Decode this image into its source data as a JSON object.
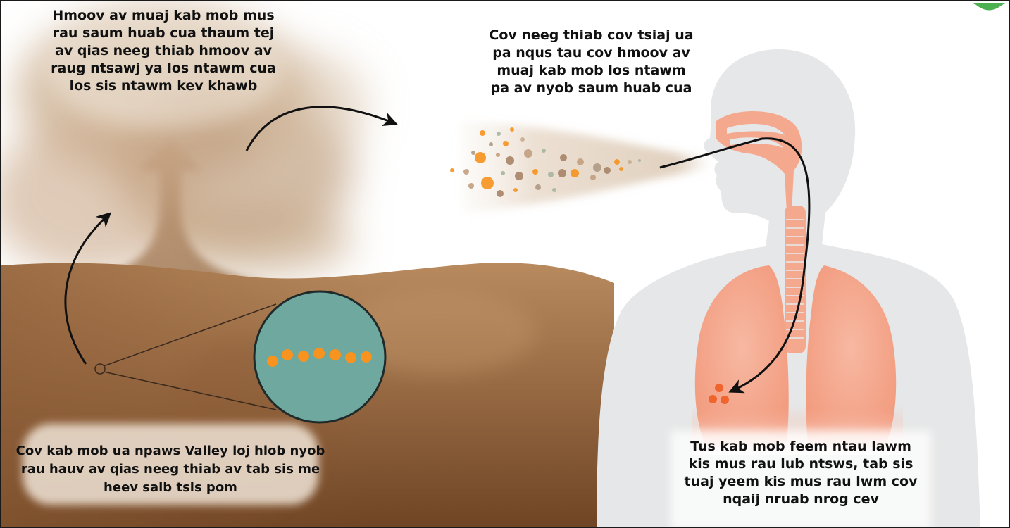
{
  "labels": {
    "dust_cloud": "Hmoov av muaj kab mob mus rau saum huab cua thaum tej av qias neeg thiab hmoov av raug ntsawj ya los ntawm cua los sis ntawm kev khawb",
    "inhale": "Cov neeg thiab cov tsiaj ua pa nqus tau cov hmoov av muaj kab mob los ntawm pa av nyob saum huab cua",
    "soil": "Cov kab mob ua npaws Valley loj hlob nyob rau hauv av qias neeg thiab av tab sis me heev saib tsis pom",
    "lungs": "Tus kab mob feem ntau lawm kis mus rau lub ntsws, tab sis tuaj yeem kis mus rau lwm cov nqaij nruab nrog cev"
  },
  "icons": {
    "arrow": "curved-arrow-icon",
    "magnifier": "magnifier-circle-icon",
    "leaf": "leaf-icon"
  },
  "colors": {
    "soil_dark": "#6e4424",
    "soil_light": "#b88a5e",
    "dust": "#c9ac8c",
    "magnifier_fill": "#6fa89e",
    "spore": "#f7931e",
    "body": "#e6e7e8",
    "lungs": "#f4a98f",
    "infection": "#f0642e",
    "arrow": "#111111",
    "leaf": "#4caf50"
  }
}
